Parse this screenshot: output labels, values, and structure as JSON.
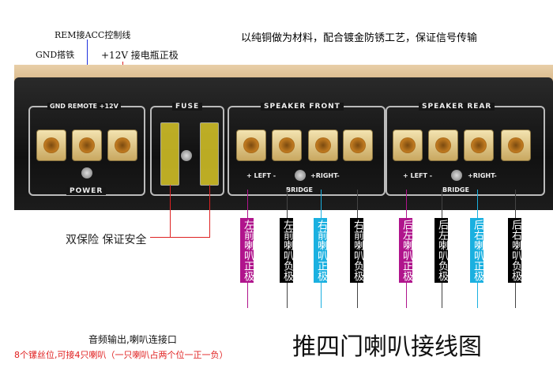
{
  "annotations": {
    "rem": "REM接ACC控制线",
    "gnd": "GND搭铁",
    "v12": "+12V 接电瓶正极",
    "material": "以纯铜做为材料，配合镀金防锈工艺，保证信号传输",
    "fuse_note": "双保险 保证安全",
    "audio_out": "音频输出,喇叭连接口",
    "screw_note": "8个镙丝位,可接4只喇叭（一只喇叭占两个位一正一负）",
    "title": "推四门喇叭接线图"
  },
  "panel": {
    "power_labels": "GND REMOTE +12V",
    "power": "POWER",
    "fuse": "FUSE",
    "front": "SPEAKER FRONT",
    "rear": "SPEAKER REAR",
    "left": "+ LEFT -",
    "right": "+RIGHT-",
    "bridge": "BRIDGE"
  },
  "tags": [
    {
      "text": "左前喇叭正极",
      "color": "#b0148c"
    },
    {
      "text": "左前喇叭负极",
      "color": "#000000"
    },
    {
      "text": "右前喇叭正极",
      "color": "#1ab0e0"
    },
    {
      "text": "右前喇叭负极",
      "color": "#000000"
    },
    {
      "text": "后左喇叭正极",
      "color": "#b0148c"
    },
    {
      "text": "后左喇叭负极",
      "color": "#000000"
    },
    {
      "text": "后右喇叭正极",
      "color": "#1ab0e0"
    },
    {
      "text": "后右喇叭负极",
      "color": "#000000"
    }
  ]
}
